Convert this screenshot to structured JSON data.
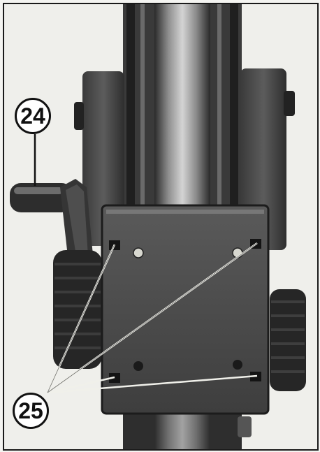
{
  "callouts": {
    "c24": "24",
    "c25": "25"
  },
  "colors": {
    "background": "#efefeb",
    "metal_dark": "#2a2a2a",
    "plate": "#4a4a4a",
    "column_highlight": "#c9c9c9"
  },
  "icons": {
    "illustration": "camera-stand-head-photo"
  }
}
